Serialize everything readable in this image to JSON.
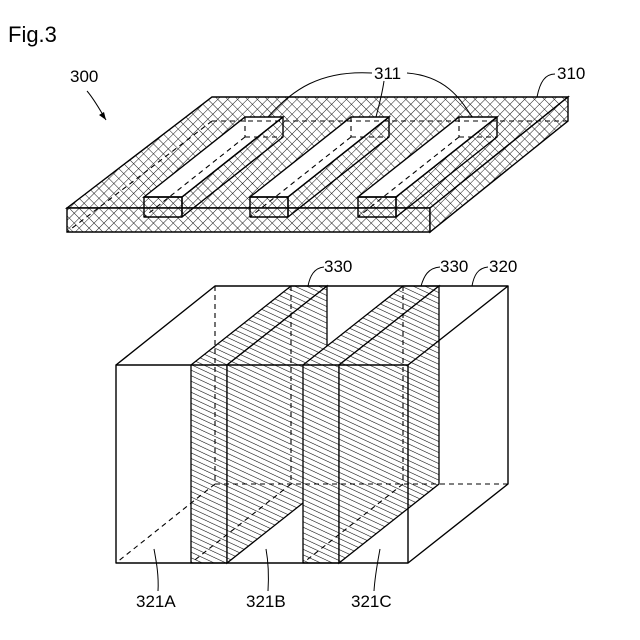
{
  "figure": {
    "label": "Fig.3"
  },
  "labels": {
    "assembly": "300",
    "plate": "310",
    "slots": "311",
    "box": "320",
    "partition_left": "330",
    "partition_right": "330",
    "section_a": "321A",
    "section_b": "321B",
    "section_c": "321C"
  }
}
